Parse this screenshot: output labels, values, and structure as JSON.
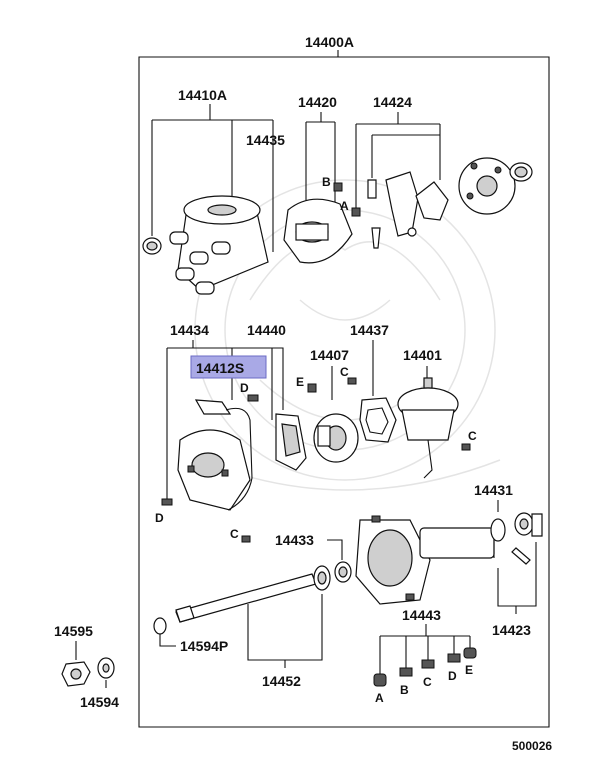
{
  "diagram": {
    "assembly_label": "14400A",
    "diagram_code": "500026",
    "highlight_color": "#a9a9e6",
    "parts": {
      "p14410A": "14410A",
      "p14435": "14435",
      "p14420": "14420",
      "p14424": "14424",
      "p14434": "14434",
      "p14440": "14440",
      "p14412S": "14412S",
      "p14437": "14437",
      "p14407": "14407",
      "p14401": "14401",
      "p14431": "14431",
      "p14433": "14433",
      "p14423": "14423",
      "p14443": "14443",
      "p14452": "14452",
      "p14594P": "14594P",
      "p14595": "14595",
      "p14594": "14594"
    },
    "fasteners": {
      "a": "A",
      "b": "B",
      "c": "C",
      "d": "D",
      "e": "E"
    }
  }
}
